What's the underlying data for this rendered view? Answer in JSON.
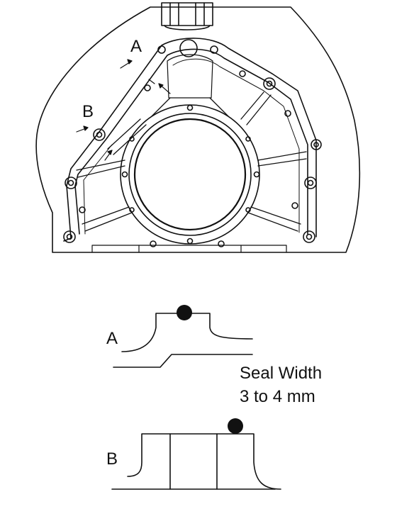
{
  "labels": {
    "callout_a": "A",
    "callout_b": "B",
    "section_a": "A",
    "section_b": "B"
  },
  "seal_note": {
    "line1": "Seal Width",
    "line2": "3 to 4 mm"
  }
}
